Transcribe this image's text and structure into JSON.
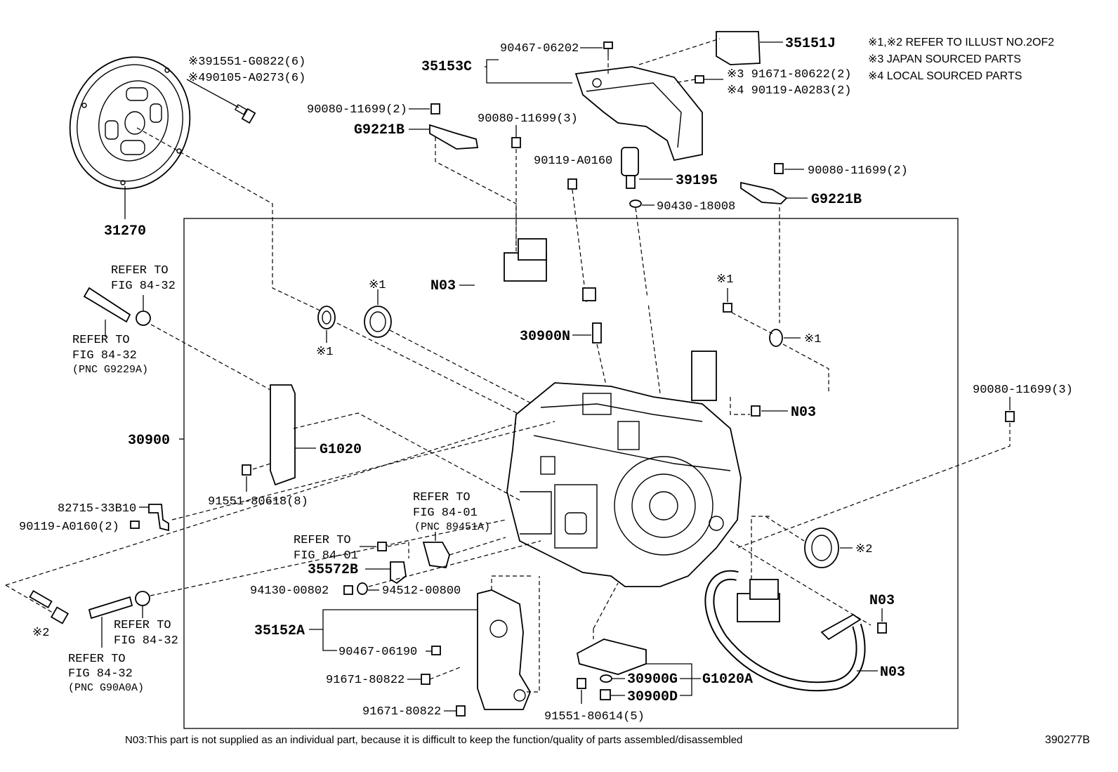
{
  "notes": {
    "line1": "※1,※2 REFER TO ILLUST NO.2OF2",
    "line2": "※3 JAPAN SOURCED PARTS",
    "line3": "※4 LOCAL SOURCED PARTS"
  },
  "footer": {
    "note": "N03:This part is not supplied as an individual part, because it is difficult to keep the function/quality of parts assembled/disassembled",
    "illustration_id": "390277B"
  },
  "labels": {
    "p31270": "31270",
    "p391551": "※391551-G0822(6)",
    "p490105": "※490105-A0273(6)",
    "p35153C": "35153C",
    "p90467_06202": "90467-06202",
    "p35151J": "35151J",
    "p91671_80622": "※3 91671-80622(2)",
    "p90119_A0283": "※4 90119-A0283(2)",
    "p90080_11699_2a": "90080-11699(2)",
    "pG9221B_a": "G9221B",
    "p90080_11699_3a": "90080-11699(3)",
    "p90119_A0160": "90119-A0160",
    "p39195": "39195",
    "p90080_11699_2b": "90080-11699(2)",
    "pG9221B_b": "G9221B",
    "p90430": "90430-18008",
    "refer1a": "REFER TO",
    "refer1b": "FIG 84-32",
    "refer2a": "REFER TO",
    "refer2b": "FIG 84-32",
    "refer2c": "(PNC G9229A)",
    "pN03_a": "N03",
    "mark1_a": "※1",
    "mark1_b": "※1",
    "mark1_c": "※1",
    "mark1_d": "※1",
    "p30900N": "30900N",
    "pN03_b": "N03",
    "p90080_11699_3b": "90080-11699(3)",
    "p30900": "30900",
    "pG1020": "G1020",
    "p91551_80618": "91551-80618(8)",
    "p82715": "82715-33B10",
    "p90119_A0160_2": "90119-A0160(2)",
    "refer3a": "REFER TO",
    "refer3b": "FIG 84-01",
    "refer3c": "(PNC 89451A)",
    "refer4a": "REFER TO",
    "refer4b": "FIG 84-01",
    "p35572B": "35572B",
    "p94130": "94130-00802",
    "p94512": "94512-00800",
    "mark2_a": "※2",
    "mark2_b": "※2",
    "refer5a": "REFER TO",
    "refer5b": "FIG 84-32",
    "refer6a": "REFER TO",
    "refer6b": "FIG 84-32",
    "refer6c": "(PNC G90A0A)",
    "p35152A": "35152A",
    "p90467_06190": "90467-06190",
    "p91671_80822_a": "91671-80822",
    "p91671_80822_b": "91671-80822",
    "p91551_80614": "91551-80614(5)",
    "p30900G": "30900G",
    "p30900D": "30900D",
    "pG1020A": "G1020A",
    "pN03_c": "N03",
    "pN03_d": "N03"
  }
}
